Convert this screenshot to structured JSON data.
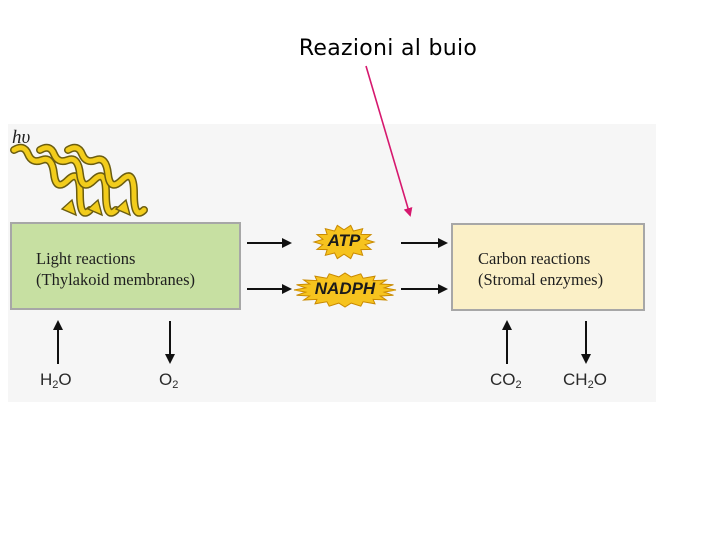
{
  "title": "Reazioni al buio",
  "light_symbol": "hυ",
  "light_reactions": {
    "line1": "Light reactions",
    "line2": "(Thylakoid membranes)"
  },
  "carbon_reactions": {
    "line1": "Carbon reactions",
    "line2": "(Stromal enzymes)"
  },
  "carriers": {
    "atp": "ATP",
    "nadph": "NADPH"
  },
  "inputs_outputs": {
    "water": {
      "base": "H",
      "sub": "2",
      "tail": "O"
    },
    "oxygen": {
      "base": "O",
      "sub": "2",
      "tail": ""
    },
    "carbon_dioxide": {
      "base": "CO",
      "sub": "2",
      "tail": ""
    },
    "carbohydrate": {
      "base": "CH",
      "sub": "2",
      "tail": "O"
    }
  },
  "colors": {
    "light_box": "#c7e0a2",
    "carbon_box": "#fbf0c7",
    "badge": "#f6c31e",
    "photon_arrow": "#f2cc1b",
    "annotation_arrow": "#d6186e"
  }
}
